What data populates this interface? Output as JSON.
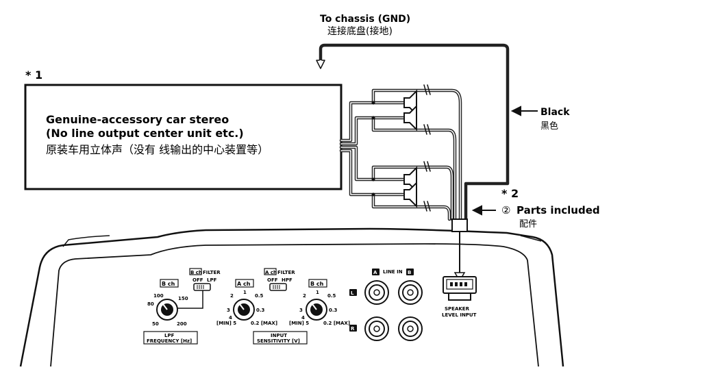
{
  "chassis": {
    "label_en": "To chassis (GND)",
    "label_zh": "连接底盘(接地)"
  },
  "stereo": {
    "footnote": "* 1",
    "line1": "Genuine-accessory car stereo",
    "line2": "(No line output center unit etc.)",
    "line3": "原装车用立体声（没有 线输出的中心装置等）"
  },
  "black_wire": {
    "label_en": "Black",
    "label_zh": "黑色"
  },
  "parts": {
    "footnote": "* 2",
    "number": "②",
    "label_en": "Parts included",
    "label_zh": "配件"
  },
  "amp": {
    "b_ch_filter": {
      "ch": "B ch",
      "word": "FILTER",
      "off": "OFF",
      "mode": "LPF"
    },
    "a_ch_filter": {
      "ch": "A ch",
      "word": "FILTER",
      "off": "OFF",
      "mode": "HPF"
    },
    "lpf_knob": {
      "ch": "B ch",
      "ticks": [
        "100",
        "150",
        "80",
        "50",
        "200"
      ],
      "label_line1": "LPF",
      "label_line2": "FREQUENCY [Hz]"
    },
    "a_sens_knob": {
      "ch": "A ch",
      "ticks": [
        "2",
        "1",
        "0.5",
        "3",
        "0.3",
        "4",
        "[MIN] 5",
        "0.2 [MAX]"
      ]
    },
    "b_sens_knob": {
      "ch": "B ch",
      "ticks": [
        "2",
        "1",
        "0.5",
        "3",
        "0.3",
        "4",
        "[MIN] 5",
        "0.2 [MAX]"
      ]
    },
    "sensitivity_label": {
      "line1": "INPUT",
      "line2": "SENSITIVITY [V]"
    },
    "line_in": {
      "title": "LINE IN",
      "col_a": "A",
      "col_b": "B",
      "row_l": "L",
      "row_r": "R"
    },
    "speaker_input": {
      "line1": "SPEAKER",
      "line2": "LEVEL INPUT"
    }
  }
}
